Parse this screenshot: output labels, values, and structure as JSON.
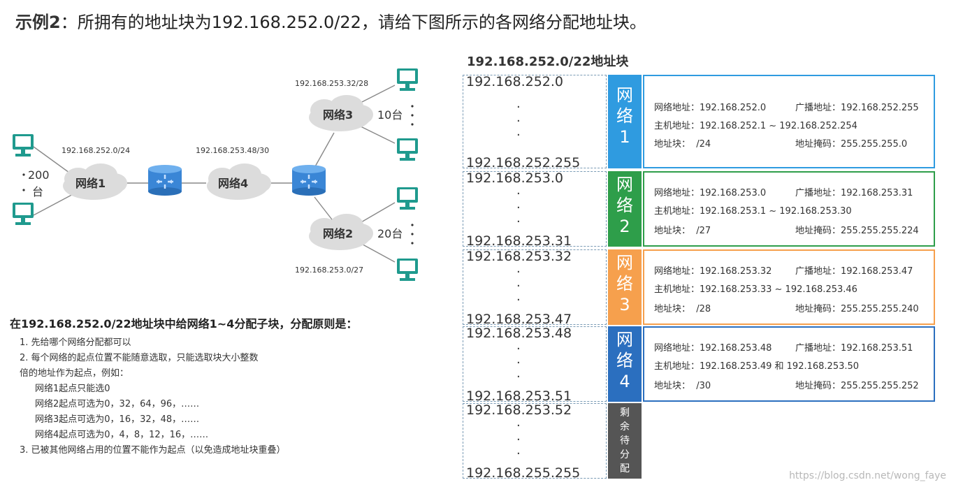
{
  "title": {
    "prefix": "示例2",
    "sep": "：",
    "text": "所拥有的地址块为192.168.252.0/22，请给下图所示的各网络分配地址块。"
  },
  "topology": {
    "networks": [
      {
        "label": "网络1",
        "ip": "192.168.252.0/24",
        "hosts": "200",
        "hosts_unit": "台"
      },
      {
        "label": "网络2",
        "ip": "192.168.253.0/27",
        "hosts": "20台"
      },
      {
        "label": "网络3",
        "ip": "192.168.253.32/28",
        "hosts": "10台"
      },
      {
        "label": "网络4",
        "ip": "192.168.253.48/30"
      }
    ]
  },
  "rules": {
    "heading": "在192.168.252.0/22地址块中给网络1~4分配子块，分配原则是：",
    "items": [
      "1. 先给哪个网络分配都可以",
      "2. 每个网络的起点位置不能随意选取，只能选取块大小整数",
      "倍的地址作为起点，例如：",
      "网络1起点只能选0",
      "网络2起点可选为0，32，64，96，……",
      "网络3起点可选为0，16，32，48，……",
      "网络4起点可选为0，4，8，12，16，……",
      "3. 已被其他网络占用的位置不能作为起点（以免造成地址块重叠）"
    ]
  },
  "block_title": "192.168.252.0/22地址块",
  "blocks": [
    {
      "start": "192.168.252.0",
      "end": "192.168.252.255",
      "tag": [
        "网",
        "络",
        "1"
      ],
      "color": "#2f9be0",
      "net_label": "网络地址：",
      "net": "192.168.252.0",
      "bc_label": "广播地址：",
      "bc": "192.168.252.255",
      "host_label": "主机地址：",
      "host": "192.168.252.1 ~ 192.168.252.254",
      "blk_label": "地址块：",
      "blk": "/24",
      "mask_label": "地址掩码：",
      "mask": "255.255.255.0"
    },
    {
      "start": "192.168.253.0",
      "end": "192.168.253.31",
      "tag": [
        "网",
        "络",
        "2"
      ],
      "color": "#2e9e4a",
      "net_label": "网络地址：",
      "net": "192.168.253.0",
      "bc_label": "广播地址：",
      "bc": "192.168.253.31",
      "host_label": "主机地址：",
      "host": "192.168.253.1 ~ 192.168.253.30",
      "blk_label": "地址块：",
      "blk": "/27",
      "mask_label": "地址掩码：",
      "mask": "255.255.255.224"
    },
    {
      "start": "192.168.253.32",
      "end": "192.168.253.47",
      "tag": [
        "网",
        "络",
        "3"
      ],
      "color": "#f6a04d",
      "net_label": "网络地址：",
      "net": "192.168.253.32",
      "bc_label": "广播地址：",
      "bc": "192.168.253.47",
      "host_label": "主机地址：",
      "host": "192.168.253.33 ~ 192.168.253.46",
      "blk_label": "地址块：",
      "blk": "/28",
      "mask_label": "地址掩码：",
      "mask": "255.255.255.240"
    },
    {
      "start": "192.168.253.48",
      "end": "192.168.253.51",
      "tag": [
        "网",
        "络",
        "4"
      ],
      "color": "#2b6fbf",
      "net_label": "网络地址：",
      "net": "192.168.253.48",
      "bc_label": "广播地址：",
      "bc": "192.168.253.51",
      "host_label": "主机地址：",
      "host": "192.168.253.49 和 192.168.253.50",
      "blk_label": "地址块：",
      "blk": "/30",
      "mask_label": "地址掩码：",
      "mask": "255.255.255.252"
    },
    {
      "start": "192.168.253.52",
      "end": "192.168.255.255",
      "tag": [
        "剩",
        "余",
        "待",
        "分",
        "配"
      ],
      "color": "#555555"
    }
  ],
  "watermark": "https://blog.csdn.net/wong_faye"
}
